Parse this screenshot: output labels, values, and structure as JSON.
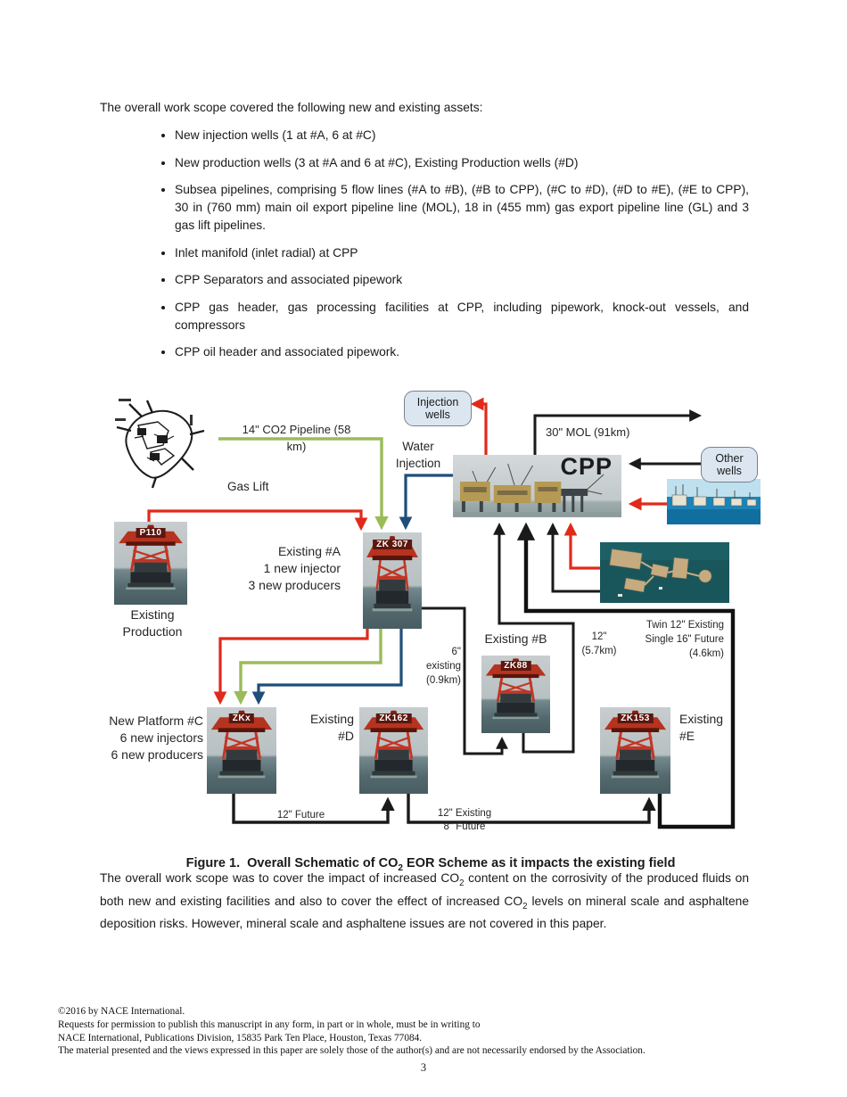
{
  "page": {
    "number": "3"
  },
  "intro": "The overall work scope covered the following new and existing assets:",
  "bullets": [
    "New injection wells (1 at #A, 6 at #C)",
    "New production wells (3 at #A and 6 at #C), Existing Production wells (#D)",
    "Subsea pipelines, comprising 5 flow lines (#A to #B), (#B to CPP), (#C to #D), (#D to #E), (#E to CPP), 30 in (760 mm) main oil export pipeline line (MOL), 18 in (455 mm) gas export pipeline line (GL) and 3 gas lift pipelines.",
    "Inlet manifold (inlet radial) at CPP",
    "CPP Separators and associated pipework",
    "CPP gas header, gas processing facilities at CPP, including pipework, knock-out vessels, and compressors",
    "CPP oil header and associated pipework."
  ],
  "figure": {
    "caption": {
      "pre": "Figure 1.  Overall Schematic of CO",
      "sub": "2",
      "post": " EOR Scheme as it impacts the existing field"
    },
    "bubbles": {
      "injection_wells": "Injection wells",
      "other_wells": "Other wells"
    },
    "cpp_label": "CPP",
    "pipeline_labels": {
      "co2": "14\" CO2 Pipeline (58 km)",
      "gas_lift": "Gas Lift",
      "water_injection": "Water\nInjection",
      "mol": "30\" MOL (91km)",
      "line_6in": "6\"\nexisting\n(0.9km)",
      "line_12in": "12\"\n(5.7km)",
      "twin": "Twin 12\" Existing\nSingle 16\" Future\n(4.6km)",
      "future_12": "12\" Future",
      "existing_12_future_8": "12\" Existing\n8\" Future"
    },
    "platforms": {
      "production": {
        "photo_label": "P110",
        "label": "Existing\nProduction"
      },
      "a": {
        "photo_label": "ZK 307",
        "label": "Existing #A\n1 new injector\n3 new producers"
      },
      "b": {
        "photo_label": "ZK88",
        "label": "Existing #B"
      },
      "c": {
        "photo_label": "ZKx",
        "label": "New Platform #C\n6 new injectors\n6 new producers"
      },
      "d": {
        "photo_label": "ZK162",
        "label": "Existing\n#D"
      },
      "e": {
        "photo_label": "ZK153",
        "label": "Existing\n#E"
      }
    },
    "colors": {
      "co2_green": "#9bbb59",
      "gas_lift_red": "#e02a1a",
      "water_blue": "#1f4e79",
      "line_black": "#1a1a1a",
      "map_arrow_blue": "#3f7ed8"
    }
  },
  "paragraph": {
    "p1": "The overall work scope was to cover the impact of increased CO",
    "s1": "2",
    "p2": " content on the corrosivity of the produced fluids on both new and existing facilities and also to cover the effect of increased CO",
    "s2": "2",
    "p3": " levels on mineral scale and asphaltene deposition risks. However, mineral scale and asphaltene issues are not covered in this paper."
  },
  "footer": {
    "lines": [
      "©2016 by NACE International.",
      "Requests for permission to publish this manuscript in any form, in part or in whole, must be in writing to",
      "NACE International, Publications Division, 15835 Park Ten Place, Houston, Texas 77084.",
      "The material presented and the views expressed in this paper are solely those of the author(s) and are not necessarily endorsed by the Association."
    ]
  }
}
